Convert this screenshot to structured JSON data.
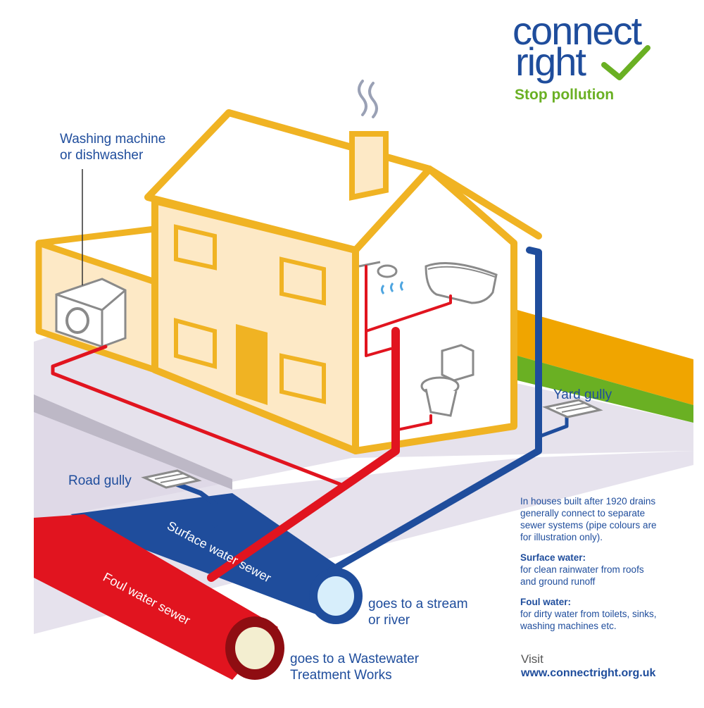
{
  "logo": {
    "word1": "connect",
    "word2": "right",
    "tagline": "Stop pollution"
  },
  "labels": {
    "appliance_line1": "Washing machine",
    "appliance_line2": "or dishwasher",
    "yard_gully": "Yard gully",
    "road_gully": "Road gully",
    "surface_sewer": "Surface water sewer",
    "foul_sewer": "Foul water sewer",
    "stream_line1": "goes to a stream",
    "stream_line2": "or river",
    "treatment_line1": "goes to a Wastewater",
    "treatment_line2": "Treatment Works"
  },
  "info": {
    "intro_lines": [
      "In houses built after 1920 drains",
      "generally connect to separate",
      "sewer systems (pipe colours are",
      "for illustration only)."
    ],
    "surface_heading": "Surface water:",
    "surface_lines": [
      "for clean rainwater from roofs",
      "and ground runoff"
    ],
    "foul_heading": "Foul water:",
    "foul_lines": [
      "for dirty water from toilets, sinks,",
      "washing machines etc."
    ]
  },
  "footer": {
    "visit": "Visit",
    "url": "www.connectright.org.uk"
  },
  "colors": {
    "house_outline": "#f0b323",
    "house_fill": "#fde9c6",
    "foul_red": "#e1141f",
    "surface_blue": "#1f4d9c",
    "ground_grey": "#dcd6e6",
    "green": "#6ab023",
    "grey_fixture": "#8a8a8a"
  }
}
